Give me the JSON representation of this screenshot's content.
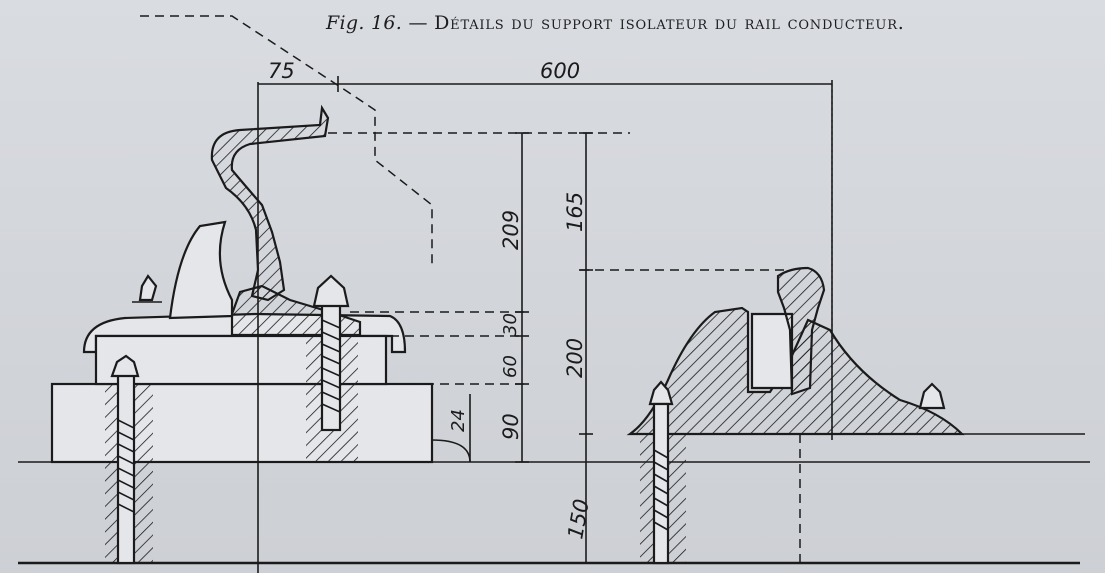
{
  "caption": {
    "figure": "Fig. 16.",
    "separator": "—",
    "title": "Détails du support isolateur du rail conducteur."
  },
  "dimensions": {
    "d75": "75",
    "d600": "600",
    "d209": "209",
    "d165": "165",
    "d30": "30",
    "d60": "60",
    "d200": "200",
    "d90": "90",
    "d24": "24",
    "d150": "150"
  }
}
